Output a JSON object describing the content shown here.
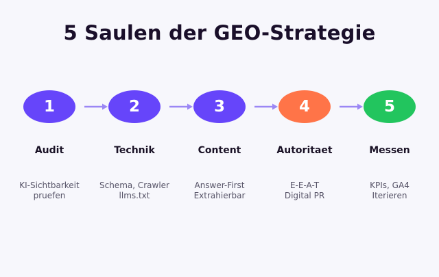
{
  "title": "5 Saulen der GEO-Strategie",
  "arrow_color": "#9b87f5",
  "steps": [
    {
      "number": "1",
      "label": "Audit",
      "desc_line1": "KI-Sichtbarkeit",
      "desc_line2": "pruefen",
      "color": "#6645fa"
    },
    {
      "number": "2",
      "label": "Technik",
      "desc_line1": "Schema, Crawler",
      "desc_line2": "llms.txt",
      "color": "#6645fa"
    },
    {
      "number": "3",
      "label": "Content",
      "desc_line1": "Answer-First",
      "desc_line2": "Extrahierbar",
      "color": "#6645fa"
    },
    {
      "number": "4",
      "label": "Autoritaet",
      "desc_line1": "E-E-A-T",
      "desc_line2": "Digital PR",
      "color": "#ff7448"
    },
    {
      "number": "5",
      "label": "Messen",
      "desc_line1": "KPIs, GA4",
      "desc_line2": "Iterieren",
      "color": "#22c55e"
    }
  ]
}
